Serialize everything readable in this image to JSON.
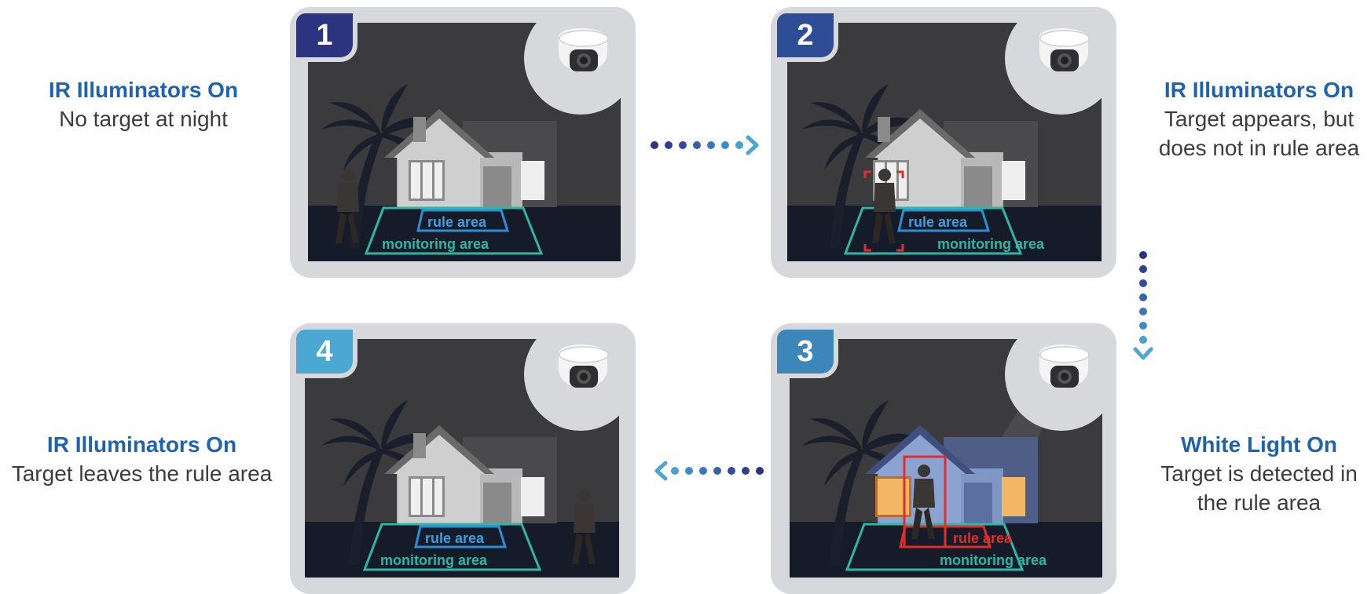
{
  "steps": [
    {
      "number": "1",
      "title": "IR Illuminators On",
      "desc": [
        "No target at night"
      ],
      "badge_color": "#2c347f"
    },
    {
      "number": "2",
      "title": "IR Illuminators On",
      "desc": [
        "Target appears, but",
        "does not in rule area"
      ],
      "badge_color": "#2f4d97"
    },
    {
      "number": "3",
      "title": "White Light On",
      "desc": [
        "Target is detected in",
        "the rule area"
      ],
      "badge_color": "#3c86b9"
    },
    {
      "number": "4",
      "title": "IR Illuminators On",
      "desc": [
        "Target leaves the rule area"
      ],
      "badge_color": "#4da7d3"
    }
  ],
  "labels": {
    "rule_area": "rule area",
    "monitoring_area": "monitoring area"
  },
  "colors": {
    "title": "#1f63ad",
    "rule_area": "#2a8fd6",
    "monitoring_area": "#2fb7a6",
    "detect": "#e22c2c",
    "panel": "#d6d8dc",
    "sky": "#3b3b3d",
    "ground": "#151b28"
  },
  "icons": [
    "dome-camera-icon",
    "palm-tree-icon",
    "house-icon",
    "person-icon",
    "arrow-right-icon",
    "arrow-down-icon",
    "arrow-left-icon"
  ]
}
